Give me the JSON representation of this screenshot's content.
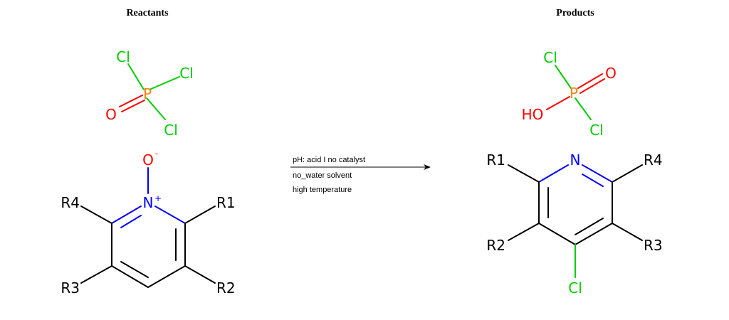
{
  "headings": {
    "reactants": "Reactants",
    "products": "Products"
  },
  "colors": {
    "carbon": "#000000",
    "chlorine": "#00cc00",
    "phosphorus": "#ff8000",
    "oxygen": "#ff0000",
    "nitrogen": "#0000ff",
    "arrow": "#000000"
  },
  "reactants": {
    "pocl3": {
      "p": "P",
      "o": "O",
      "cl_top": "Cl",
      "cl_right": "Cl",
      "cl_bottom": "Cl"
    },
    "pyridine_n_oxide": {
      "n": "N",
      "n_charge": "+",
      "o": "O",
      "o_charge": "-",
      "r1": "R1",
      "r2": "R2",
      "r3": "R3",
      "r4": "R4"
    }
  },
  "products": {
    "phosphorodichloridic_acid": {
      "p": "P",
      "o": "O",
      "ho": "HO",
      "cl_top": "Cl",
      "cl_bottom": "Cl"
    },
    "chloropyridine": {
      "n": "N",
      "cl": "Cl",
      "r1": "R1",
      "r2": "R2",
      "r3": "R3",
      "r4": "R4"
    }
  },
  "conditions": [
    "pH: acid I no catalyst",
    "no_water solvent",
    "high temperature"
  ],
  "icons": {
    "reaction_arrow": "right-arrow-icon"
  }
}
